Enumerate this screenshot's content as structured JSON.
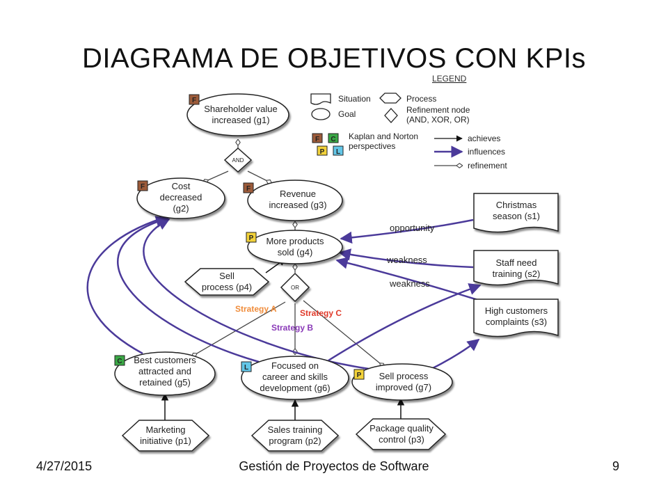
{
  "slide": {
    "title": "DIAGRAMA DE OBJETIVOS CON KPIs",
    "footer_date": "4/27/2015",
    "footer_center": "Gestión de Proyectos de Software",
    "page_number": "9"
  },
  "colors": {
    "influence": "#4b3a9a",
    "financial": "#9c5b3a",
    "customer": "#3aa845",
    "process": "#f2d23a",
    "learning": "#63c7e8",
    "strategy_a": "#f08c3a",
    "strategy_b": "#8a3ab8",
    "strategy_c": "#e03a2a"
  },
  "legend": {
    "title": "LEGEND",
    "situation": "Situation",
    "goal": "Goal",
    "process": "Process",
    "refinement_line1": "Refinement node",
    "refinement_line2": "(AND, XOR, OR)",
    "kn_line1": "Kaplan and Norton",
    "kn_line2": "perspectives",
    "achieves": "achieves",
    "influences": "influences",
    "refinement": "refinement",
    "badge_f": "F",
    "badge_c": "C",
    "badge_p": "P",
    "badge_l": "L"
  },
  "goals": {
    "g1": {
      "line1": "Shareholder value",
      "line2": "increased (g1)",
      "badge": "F"
    },
    "g2": {
      "line1": "Cost",
      "line2": "decreased",
      "line3": "(g2)",
      "badge": "F"
    },
    "g3": {
      "line1": "Revenue",
      "line2": "increased (g3)",
      "badge": "F"
    },
    "g4": {
      "line1": "More products",
      "line2": "sold (g4)",
      "badge": "P"
    },
    "g5": {
      "line1": "Best customers",
      "line2": "attracted and",
      "line3": "retained (g5)",
      "badge": "C"
    },
    "g6": {
      "line1": "Focused on",
      "line2": "career and skills",
      "line3": "development (g6)",
      "badge": "L"
    },
    "g7": {
      "line1": "Sell process",
      "line2": "improved (g7)",
      "badge": "P"
    }
  },
  "processes": {
    "p1": {
      "line1": "Marketing",
      "line2": "initiative (p1)"
    },
    "p2": {
      "line1": "Sales training",
      "line2": "program (p2)"
    },
    "p3": {
      "line1": "Package quality",
      "line2": "control (p3)"
    },
    "p4": {
      "line1": "Sell",
      "line2": "process (p4)"
    }
  },
  "situations": {
    "s1": {
      "line1": "Christmas",
      "line2": "season (s1)"
    },
    "s2": {
      "line1": "Staff need",
      "line2": "training (s2)"
    },
    "s3": {
      "line1": "High customers",
      "line2": "complaints (s3)"
    }
  },
  "nodes": {
    "and": "AND",
    "or": "OR"
  },
  "edge_labels": {
    "opportunity": "opportunity",
    "weakness_1": "weakness",
    "weakness_2": "weakness",
    "strategy_a": "Strategy A",
    "strategy_b": "Strategy B",
    "strategy_c": "Strategy C"
  }
}
